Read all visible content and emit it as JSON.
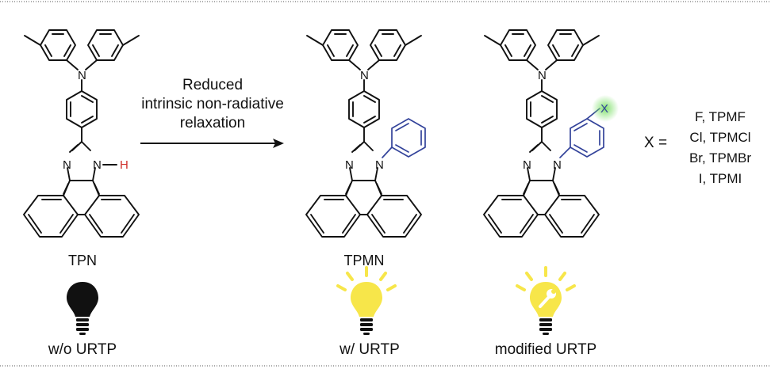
{
  "reaction": {
    "condition_line1": "Reduced",
    "condition_line2": "intrinsic non-radiative",
    "condition_line3": "relaxation"
  },
  "compounds": [
    {
      "name": "TPN",
      "caption": "w/o URTP",
      "bulb": "dark-bulb-icon"
    },
    {
      "name": "TPMN",
      "caption": "w/ URTP",
      "bulb": "glowing-bulb-icon"
    },
    {
      "name": "",
      "caption": "modified URTP",
      "bulb": "wrench-bulb-icon"
    }
  ],
  "atoms": {
    "N": "N",
    "H": "H",
    "X": "X"
  },
  "substituents": {
    "x_equals": "X =",
    "list": [
      "F, TPMF",
      "Cl, TPMCl",
      "Br, TPMBr",
      "I, TPMI"
    ]
  },
  "colors": {
    "highlight_blue": "#33439a",
    "h_red": "#d0312d",
    "bulb_yellow": "#f7e64a",
    "bulb_dark": "#111111",
    "halo_green": "#7ee06a"
  }
}
